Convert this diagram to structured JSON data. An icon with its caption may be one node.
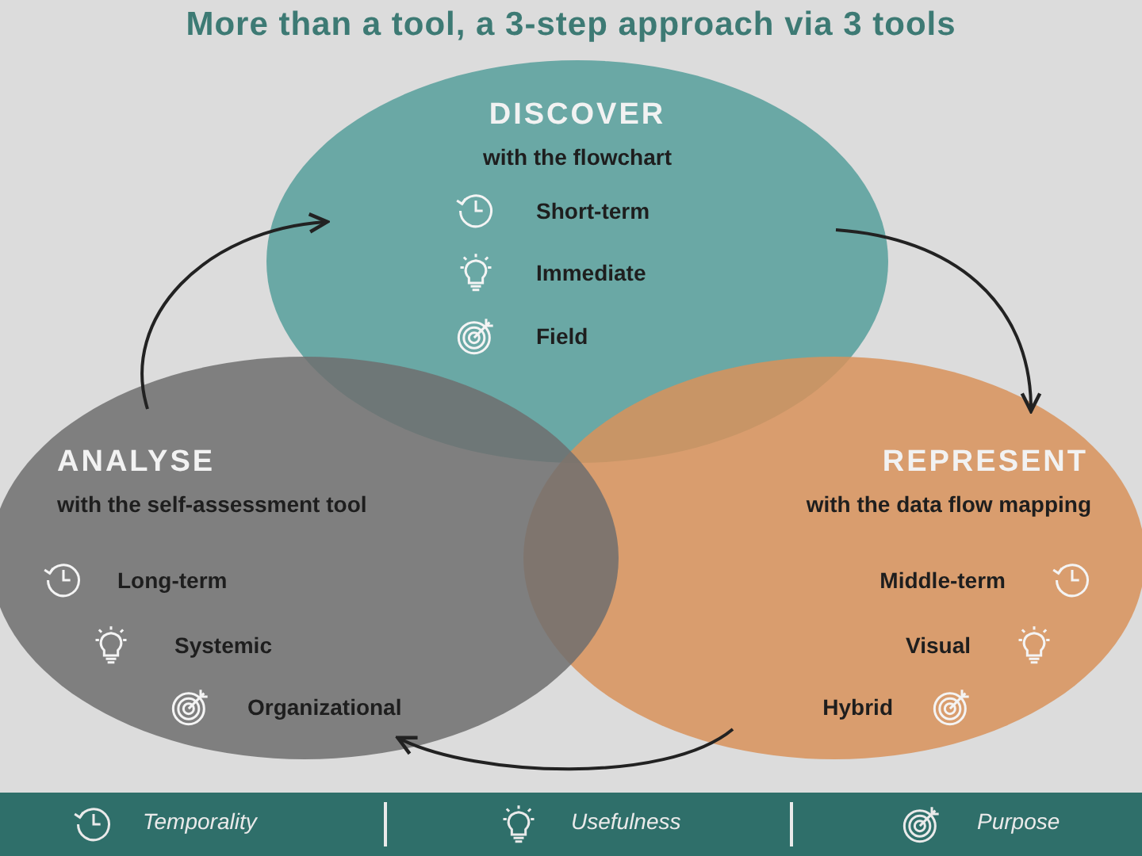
{
  "diagram": {
    "title": "More than a tool, a 3-step approach via 3 tools",
    "nodes": [
      {
        "text": [
          "DISCOVER",
          "with the flowchart",
          "Short-term",
          "Immediate",
          "Field"
        ]
      },
      {
        "text": [
          "REPRESENT",
          "with the data flow mapping",
          "Middle-term",
          "Visual",
          "Hybrid"
        ]
      },
      {
        "text": [
          "ANALYSE",
          "with the self-assessment tool",
          "Long-term",
          "Systemic",
          "Organizational"
        ]
      }
    ],
    "edges": [
      {
        "from": 0,
        "to": 1,
        "arrow": "to"
      },
      {
        "from": 1,
        "to": 2,
        "arrow": "to"
      },
      {
        "from": 2,
        "to": 0,
        "arrow": "to"
      }
    ],
    "legend": [
      {
        "text": "Temporality"
      },
      {
        "text": "Usefulness"
      },
      {
        "text": "Purpose"
      }
    ]
  }
}
